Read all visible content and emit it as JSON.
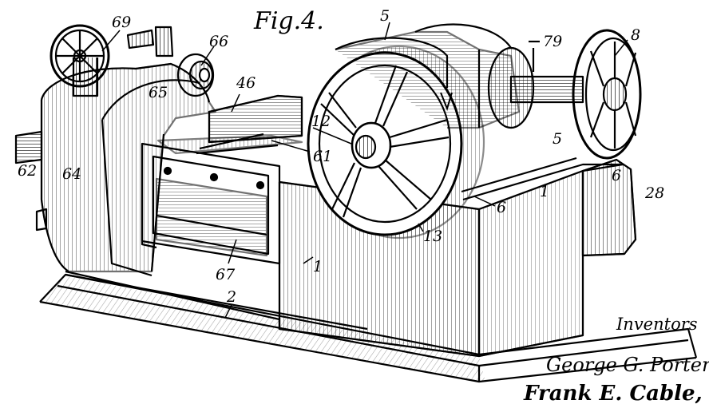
{
  "figure": {
    "title": "Fig.4.",
    "labels": [
      "5",
      "69",
      "66",
      "79",
      "8",
      "46",
      "65",
      "12",
      "5",
      "61",
      "62",
      "64",
      "6",
      "28",
      "1",
      "6",
      "13",
      "67",
      "1",
      "2"
    ]
  },
  "caption": {
    "inventors_label": "Inventors",
    "inventors": [
      "George G. Porter",
      "Frank E. Cable,"
    ]
  }
}
